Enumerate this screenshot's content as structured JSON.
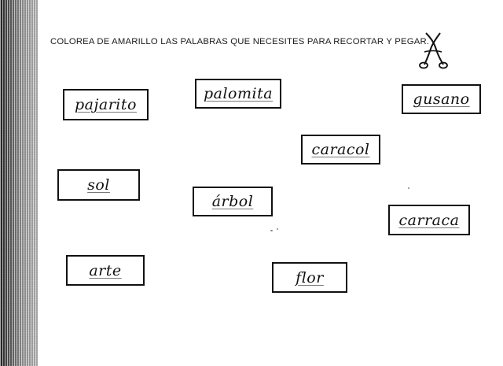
{
  "instruction": "COLOREA DE AMARILLO LAS PALABRAS QUE NECESITES PARA RECORTAR Y PEGAR.",
  "scissors_icon": "scissors-icon",
  "words": [
    "pajarito",
    "palomita",
    "gusano",
    "caracol",
    "sol",
    "árbol",
    "carraca",
    "arte",
    "flor"
  ]
}
